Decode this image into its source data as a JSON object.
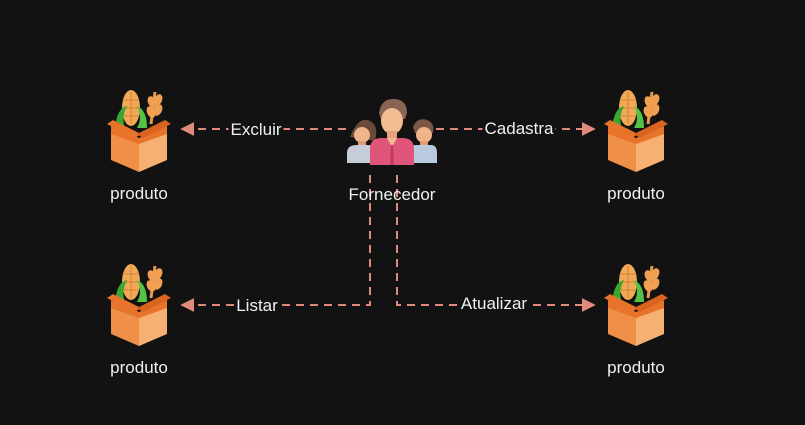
{
  "diagram": {
    "center_node": {
      "label": "Fornecedor",
      "icon": "people-group-icon"
    },
    "product_nodes": [
      {
        "label": "produto",
        "icon": "produce-box-icon"
      },
      {
        "label": "produto",
        "icon": "produce-box-icon"
      },
      {
        "label": "produto",
        "icon": "produce-box-icon"
      },
      {
        "label": "produto",
        "icon": "produce-box-icon"
      }
    ],
    "edges": [
      {
        "label": "Excluir"
      },
      {
        "label": "Cadastra"
      },
      {
        "label": "Listar"
      },
      {
        "label": "Atualizar"
      }
    ],
    "colors": {
      "background": "#121212",
      "edge": "#e08a7c",
      "text": "#f0f0f0"
    }
  }
}
